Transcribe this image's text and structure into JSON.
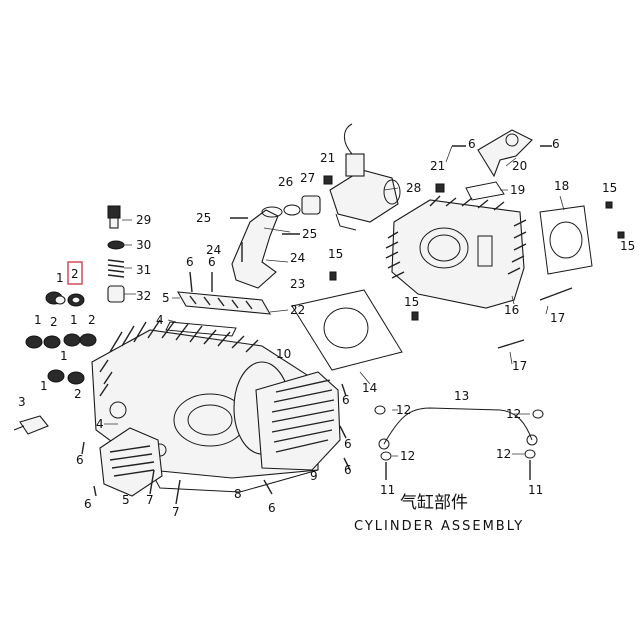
{
  "title_cn": "气缸部件",
  "title_en": "CYLINDER ASSEMBLY",
  "highlight_color": "#d04050",
  "labels": {
    "l1a": "1",
    "l2a": "2",
    "l1b": "1",
    "l2b": "2",
    "l1c": "1",
    "l2c": "2",
    "l1d": "1",
    "l2d": "2",
    "l3": "3",
    "l4a": "4",
    "l4b": "4",
    "l5a": "5",
    "l5b": "5",
    "l6a": "6",
    "l6b": "6",
    "l6c": "6",
    "l6d": "6",
    "l6e": "6",
    "l6f": "6",
    "l6g": "6",
    "l6h": "6",
    "l6i": "6",
    "l6j": "6",
    "l7a": "7",
    "l7b": "7",
    "l8": "8",
    "l9": "9",
    "l10": "10",
    "l11a": "11",
    "l11b": "11",
    "l12a": "12",
    "l12b": "12",
    "l12c": "12",
    "l12d": "12",
    "l13": "13",
    "l14": "14",
    "l15a": "15",
    "l15b": "15",
    "l15c": "15",
    "l15d": "15",
    "l16": "16",
    "l17a": "17",
    "l17b": "17",
    "l18": "18",
    "l19": "19",
    "l20": "20",
    "l21a": "21",
    "l21b": "21",
    "l22": "22",
    "l23": "23",
    "l24": "24",
    "l25a": "25",
    "l25b": "25",
    "l26": "26",
    "l27": "27",
    "l28": "28",
    "l29": "29",
    "l30": "30",
    "l31": "31",
    "l32": "32"
  }
}
